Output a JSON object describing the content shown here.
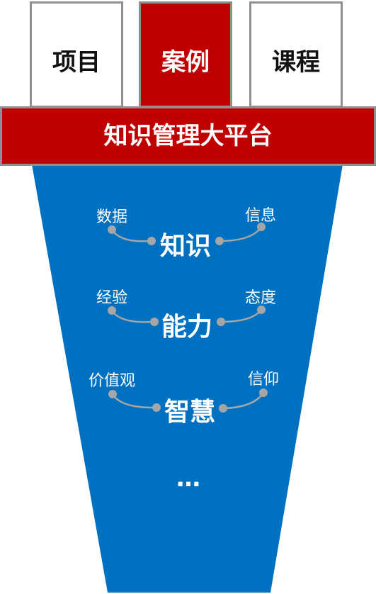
{
  "tabs": [
    "项目",
    "案例",
    "课程"
  ],
  "active_tab": "案例",
  "platform_title": "知识管理大平台",
  "levels": [
    {
      "left": "数据",
      "right": "信息",
      "center": "知识"
    },
    {
      "left": "经验",
      "right": "态度",
      "center": "能力"
    },
    {
      "left": "价值观",
      "right": "信仰",
      "center": "智慧"
    }
  ],
  "ellipsis": "…",
  "colors": {
    "red": "#c00000",
    "blue": "#0070c0",
    "gray_border": "#8f8f8f",
    "connector": "#a6a6a6"
  }
}
